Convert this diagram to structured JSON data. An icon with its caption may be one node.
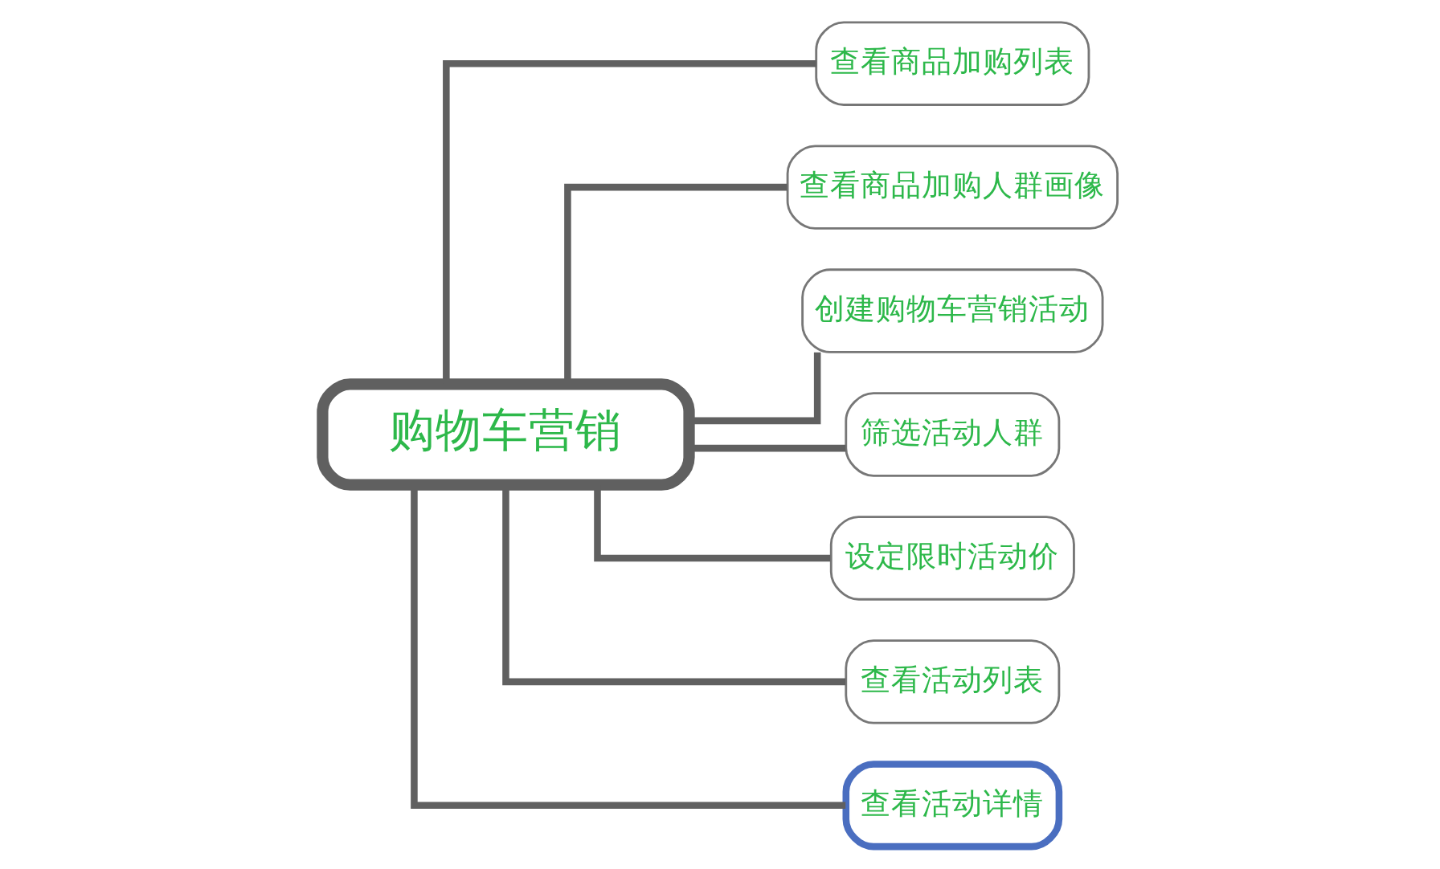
{
  "diagram": {
    "nodes": [
      {
        "text": [
          "购物车营销"
        ]
      },
      {
        "text": [
          "查看商品加购列表"
        ]
      },
      {
        "text": [
          "查看商品加购人群画像"
        ]
      },
      {
        "text": [
          "创建购物车营销活动"
        ]
      },
      {
        "text": [
          "筛选活动人群"
        ]
      },
      {
        "text": [
          "设定限时活动价"
        ]
      },
      {
        "text": [
          "查看活动列表"
        ]
      },
      {
        "text": [
          "查看活动详情"
        ]
      }
    ],
    "edges": [
      {
        "from": 0,
        "to": 1,
        "arrow": "none"
      },
      {
        "from": 0,
        "to": 2,
        "arrow": "none"
      },
      {
        "from": 0,
        "to": 3,
        "arrow": "none"
      },
      {
        "from": 0,
        "to": 4,
        "arrow": "none"
      },
      {
        "from": 0,
        "to": 5,
        "arrow": "none"
      },
      {
        "from": 0,
        "to": 6,
        "arrow": "none"
      },
      {
        "from": 0,
        "to": 7,
        "arrow": "none"
      }
    ]
  }
}
